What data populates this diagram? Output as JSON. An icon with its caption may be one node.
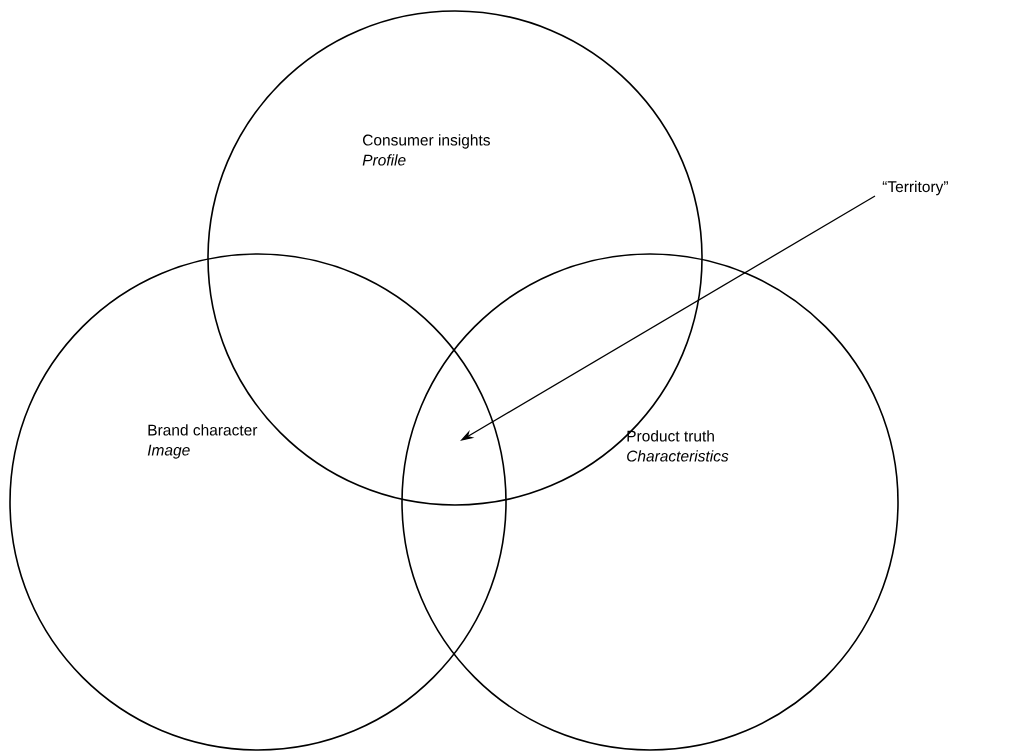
{
  "diagram": {
    "nodes": [
      {
        "text": [
          "Consumer insights",
          "Profile"
        ]
      },
      {
        "text": [
          "Brand character",
          "Image"
        ]
      },
      {
        "text": [
          "Product truth",
          "Characteristics"
        ]
      },
      {
        "text": [
          "“Territory”"
        ]
      }
    ],
    "edges": [
      {
        "from": 3,
        "to": 0,
        "arrow": "to"
      }
    ]
  }
}
